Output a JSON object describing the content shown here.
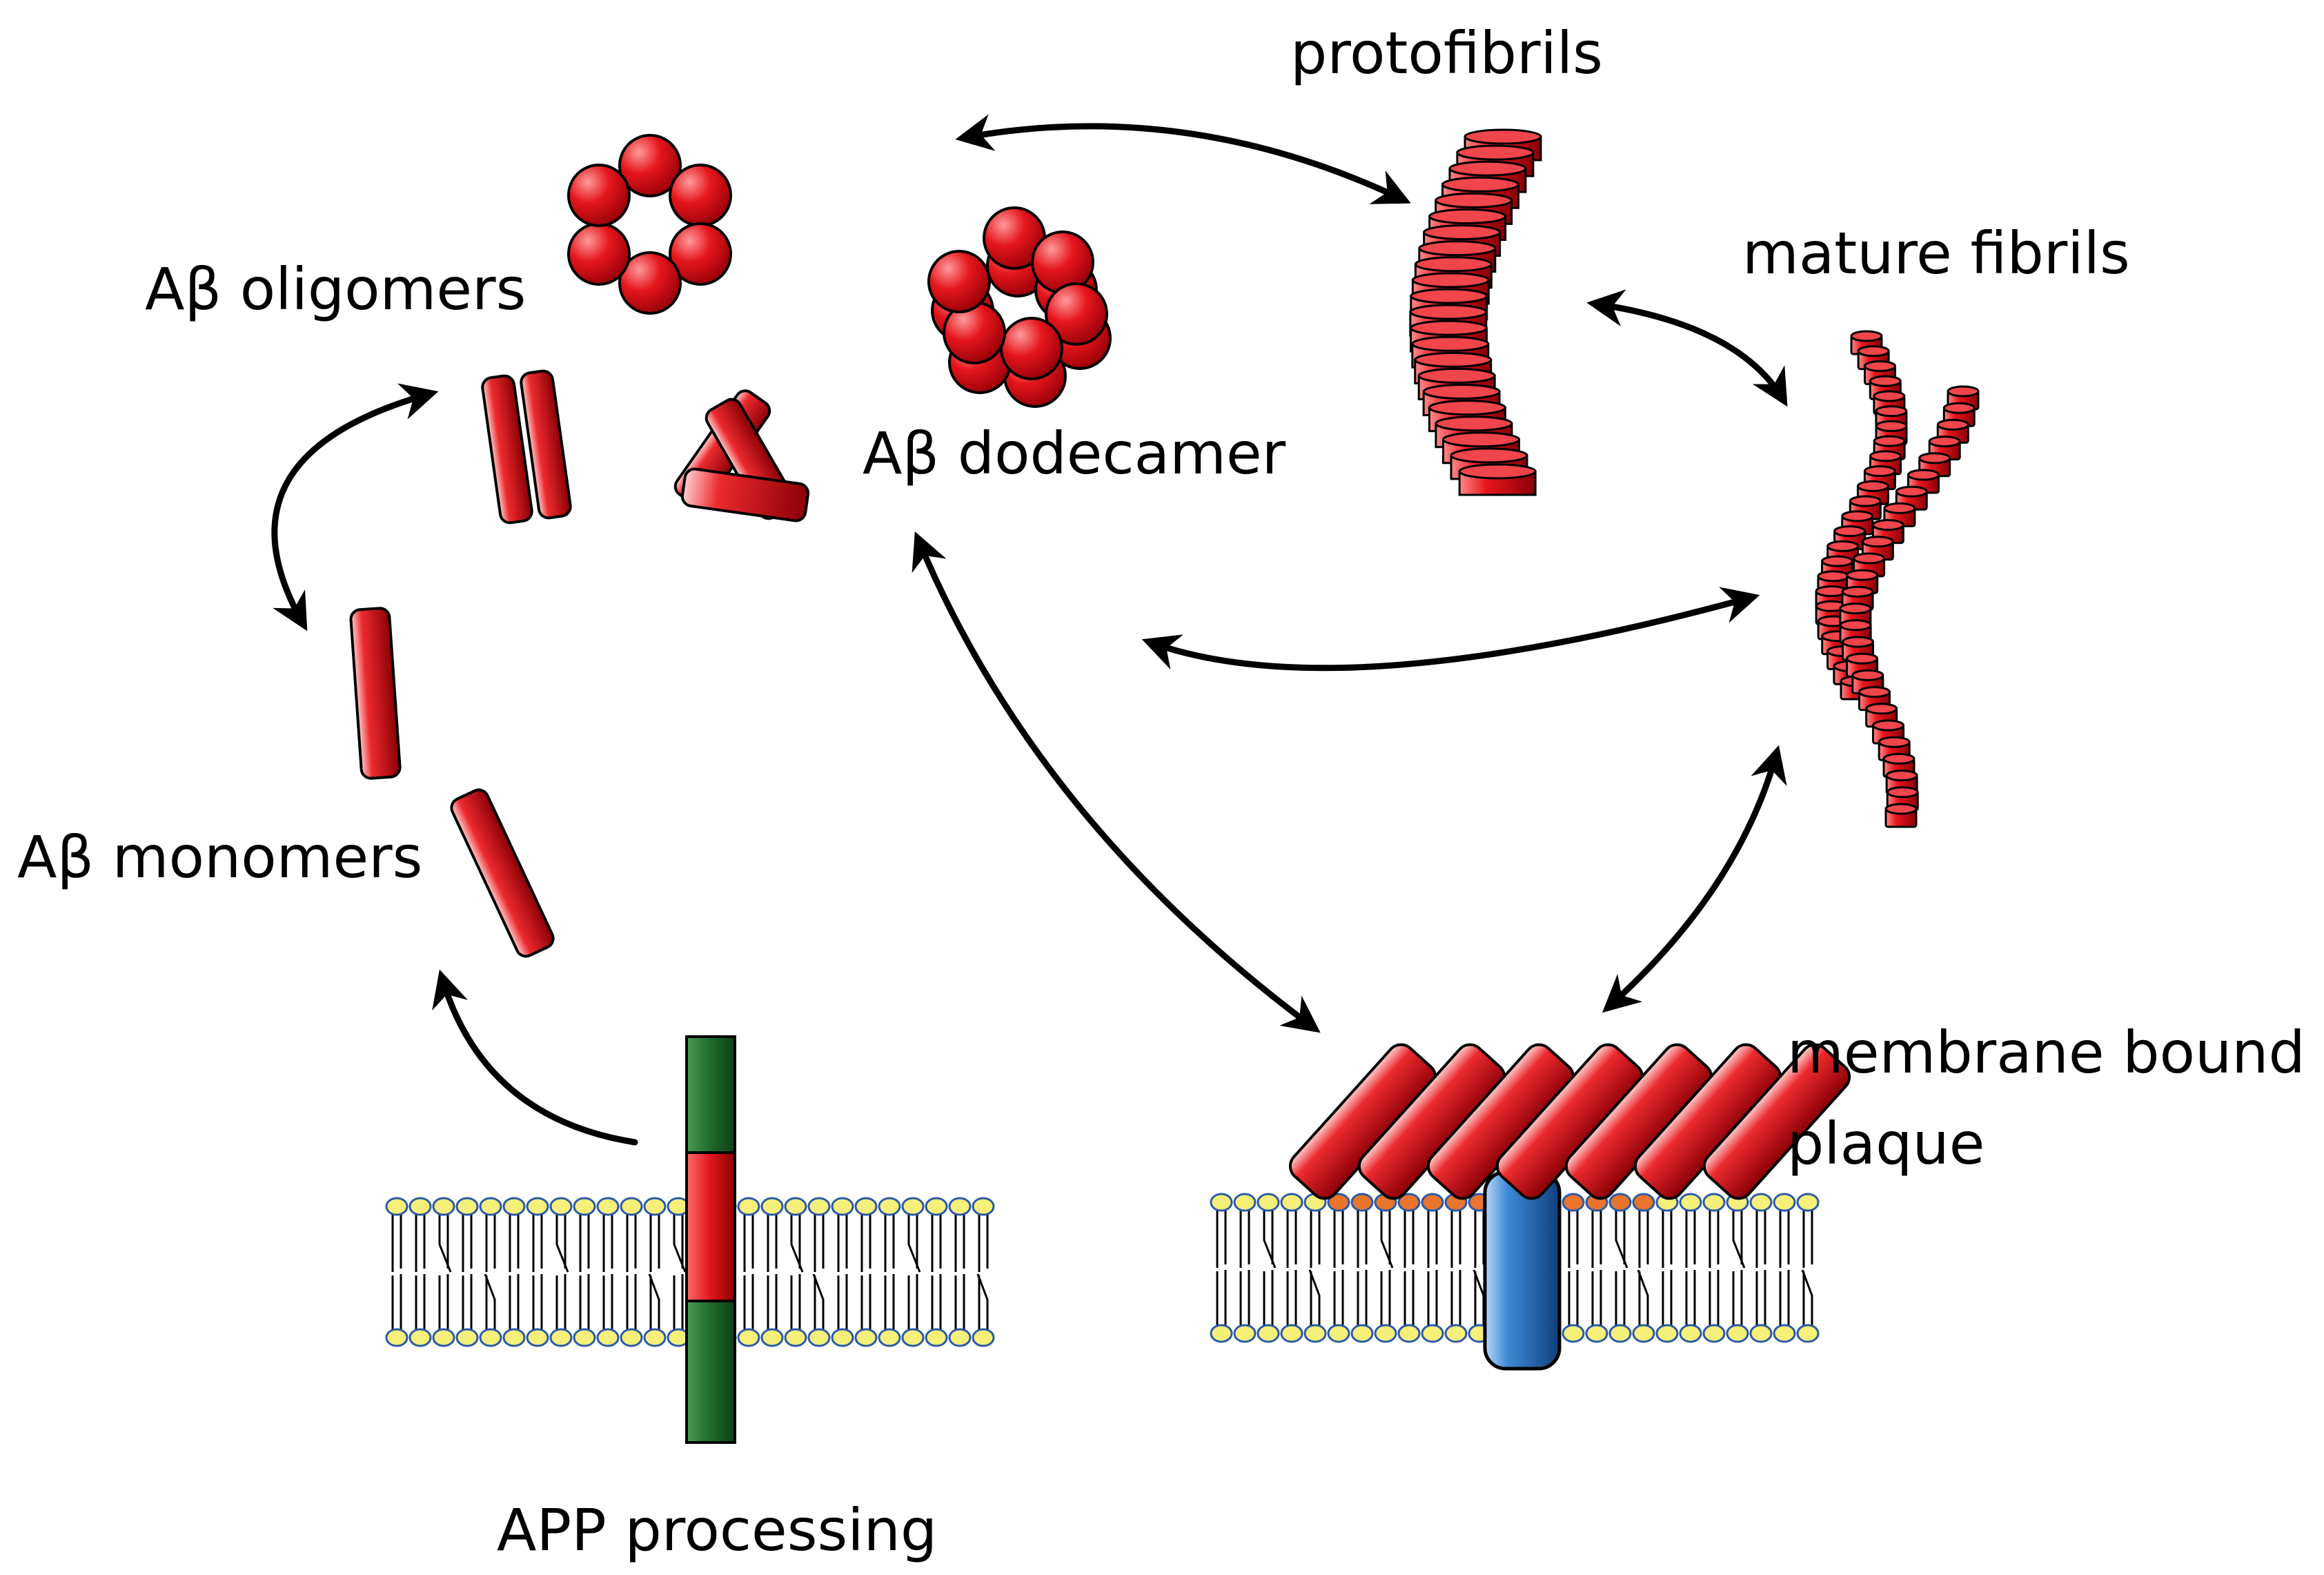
{
  "labels": {
    "oligomers": "Aβ oligomers",
    "dodecamer": "Aβ dodecamer",
    "protofibrils": "protofibrils",
    "mature_fibrils": "mature fibrils",
    "monomers": "Aβ monomers",
    "plaque_line1": "membrane bound",
    "plaque_line2": "plaque",
    "app": "APP processing"
  },
  "colors": {
    "abeta_red": "#e0141b",
    "abeta_dark": "#7a0004",
    "app_green": "#1e6b2a",
    "receptor_blue": "#2a76c4",
    "lipid_head": "#f6f07a",
    "lipid_orange": "#e8742e",
    "arrow": "#000000"
  }
}
